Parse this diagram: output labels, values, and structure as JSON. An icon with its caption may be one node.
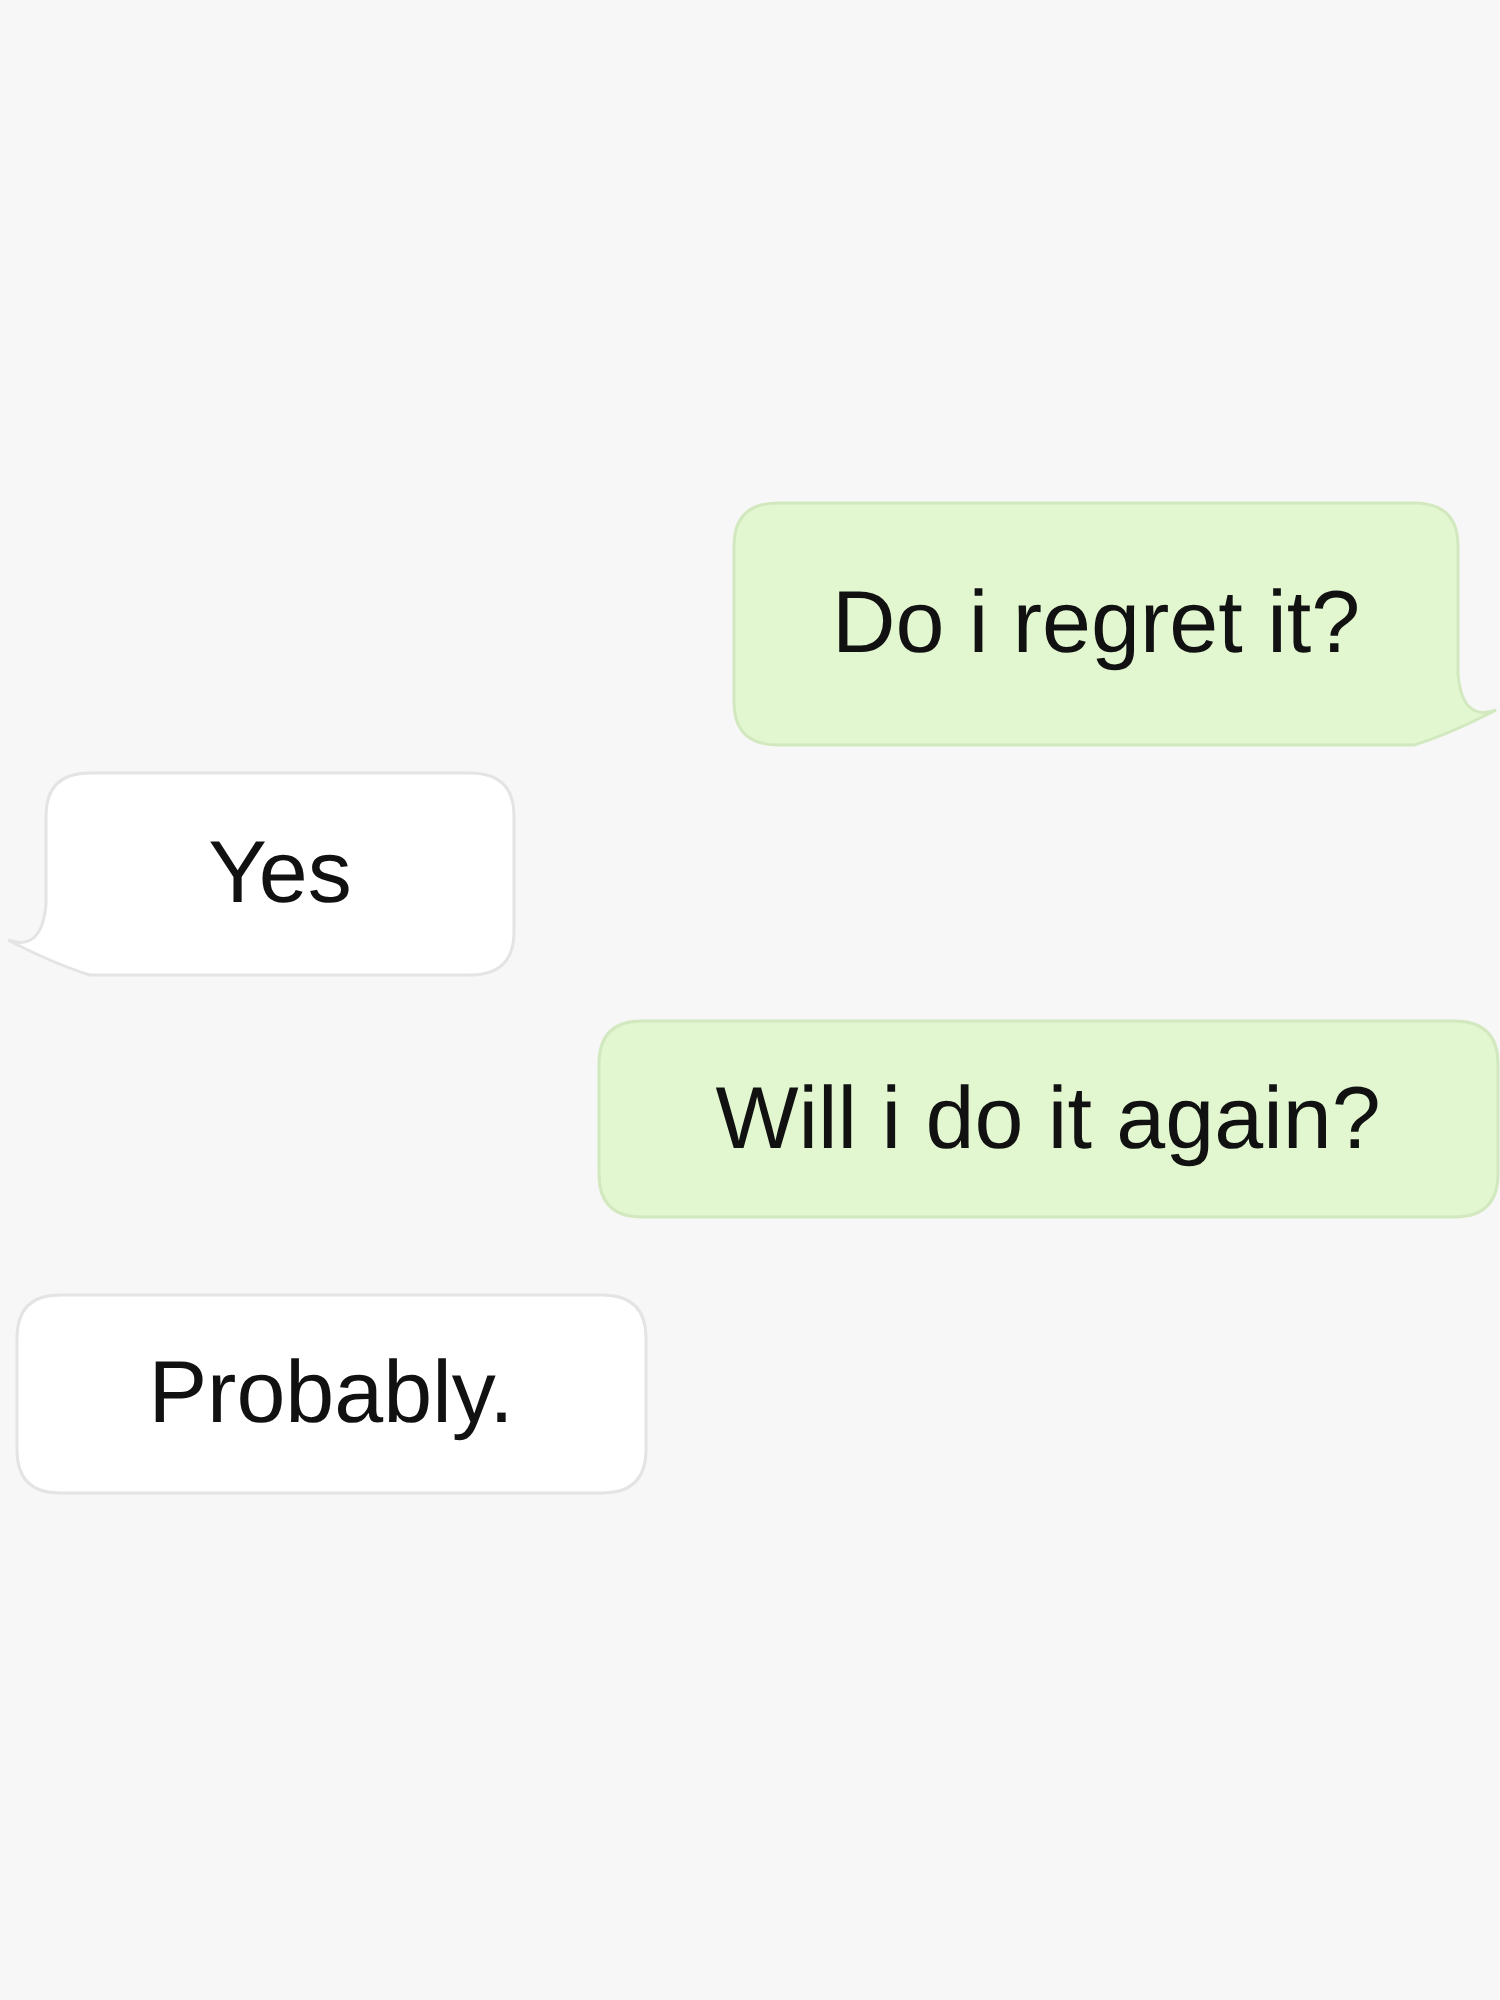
{
  "diagram": {
    "nodes": [
      {
        "text": [
          "Do i regret it?"
        ]
      },
      {
        "text": [
          "Yes"
        ]
      },
      {
        "text": [
          "Will i do it again?"
        ]
      },
      {
        "text": [
          "Probably."
        ]
      }
    ]
  }
}
